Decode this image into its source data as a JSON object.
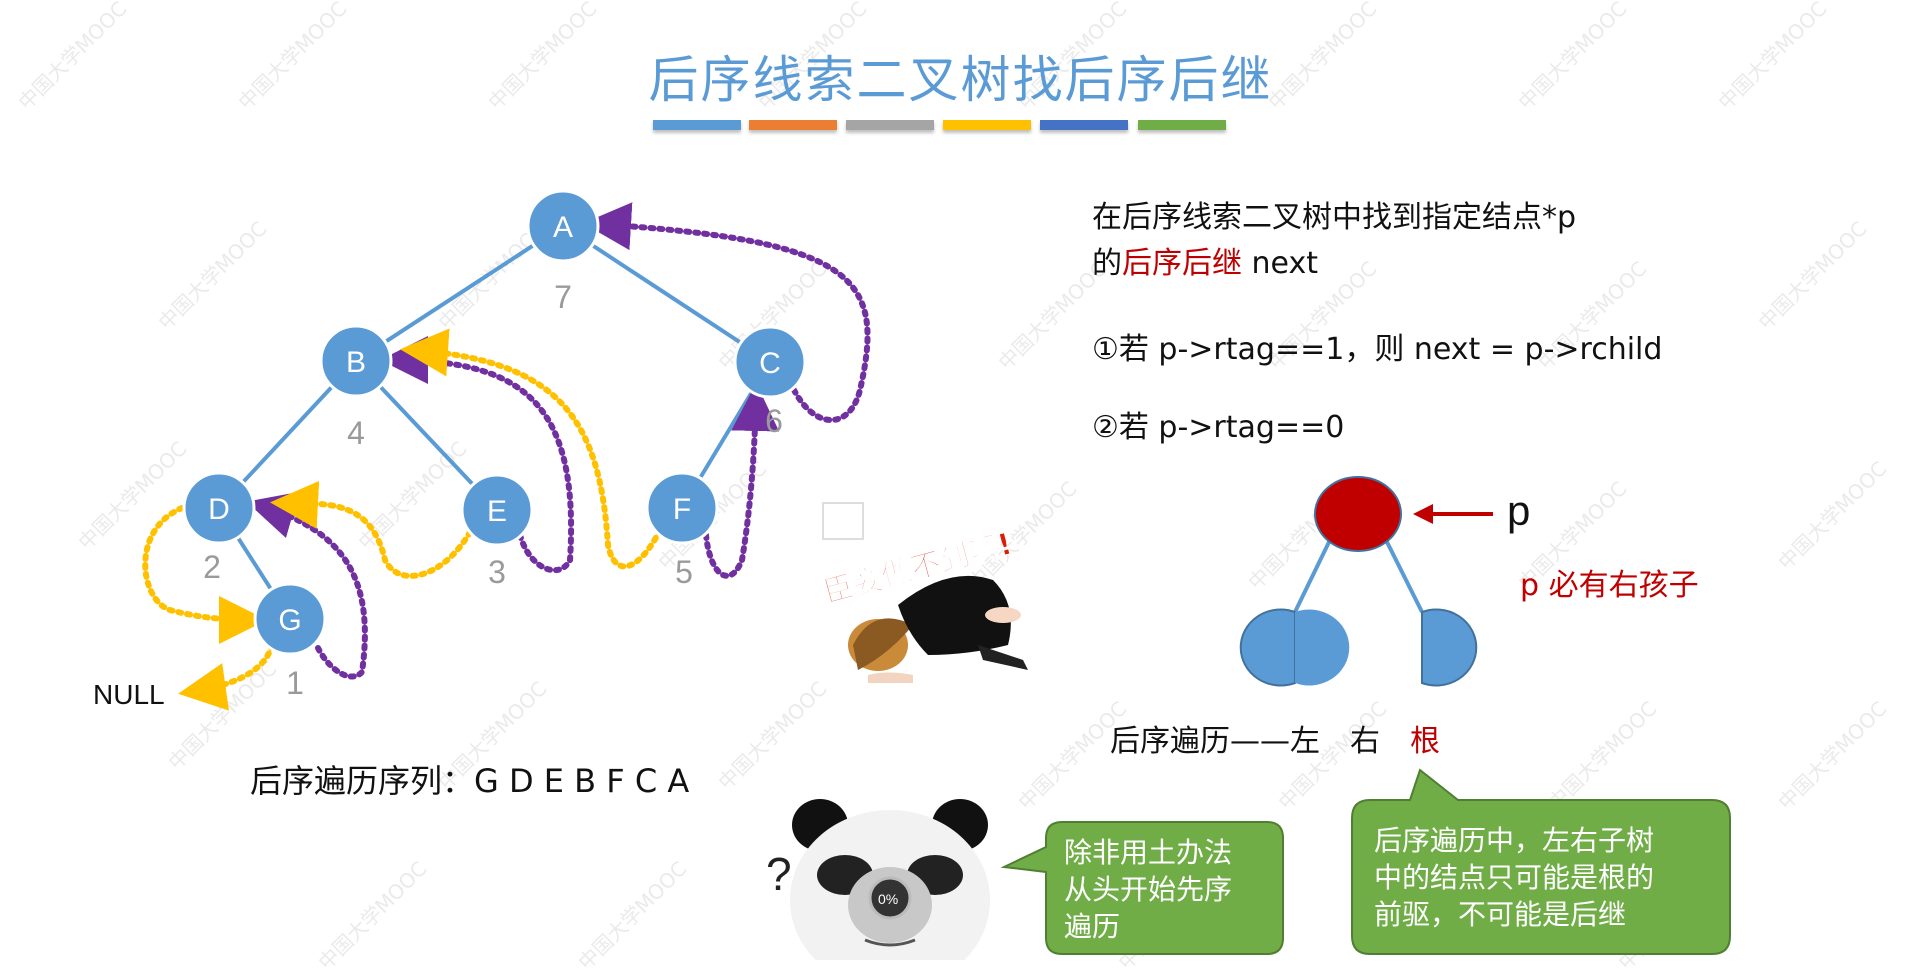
{
  "title": "后序线索二叉树找后序后继",
  "title_bar_colors": [
    "#5b9bd5",
    "#ed7d31",
    "#a5a5a5",
    "#ffc000",
    "#4472c4",
    "#70ad47"
  ],
  "tree": {
    "nodes": [
      {
        "label": "A",
        "order": "7"
      },
      {
        "label": "B",
        "order": "4"
      },
      {
        "label": "C",
        "order": "6"
      },
      {
        "label": "D",
        "order": "2"
      },
      {
        "label": "E",
        "order": "3"
      },
      {
        "label": "F",
        "order": "5"
      },
      {
        "label": "G",
        "order": "1"
      }
    ],
    "null_label": "NULL",
    "node_color": "#5b9bd5",
    "pred_thread_color": "#ffc000",
    "succ_thread_color": "#7030a0"
  },
  "sequence": "后序遍历序列：G D E B F C A",
  "right": {
    "line1": "在后序线索二叉树中找到指定结点*p",
    "line2_pre": "的",
    "line2_red": "后序后继",
    "line2_post": " next",
    "case1": "①若 p->rtag==1，则 next = p->rchild",
    "case2": "②若 p->rtag==0",
    "p_label": "p",
    "p_note": "p 必有右孩子",
    "traversal_pre": "后序遍历——左　右　",
    "traversal_red": "根",
    "root_color": "#c00000"
  },
  "callout_left": {
    "lines": [
      "除非用土办法",
      "从头开始先序",
      "遍历"
    ],
    "color": "#70ad47"
  },
  "callout_right": {
    "lines": [
      "后序遍历中，左右子树",
      "中的结点只可能是根的",
      "前驱，不可能是后继"
    ],
    "color": "#70ad47"
  },
  "meme_top": {
    "caption": "臣妾做不到啊!"
  },
  "meme_bottom": {
    "question_mark": "?",
    "progress": "0%"
  },
  "watermark": "中国大学MOOC"
}
